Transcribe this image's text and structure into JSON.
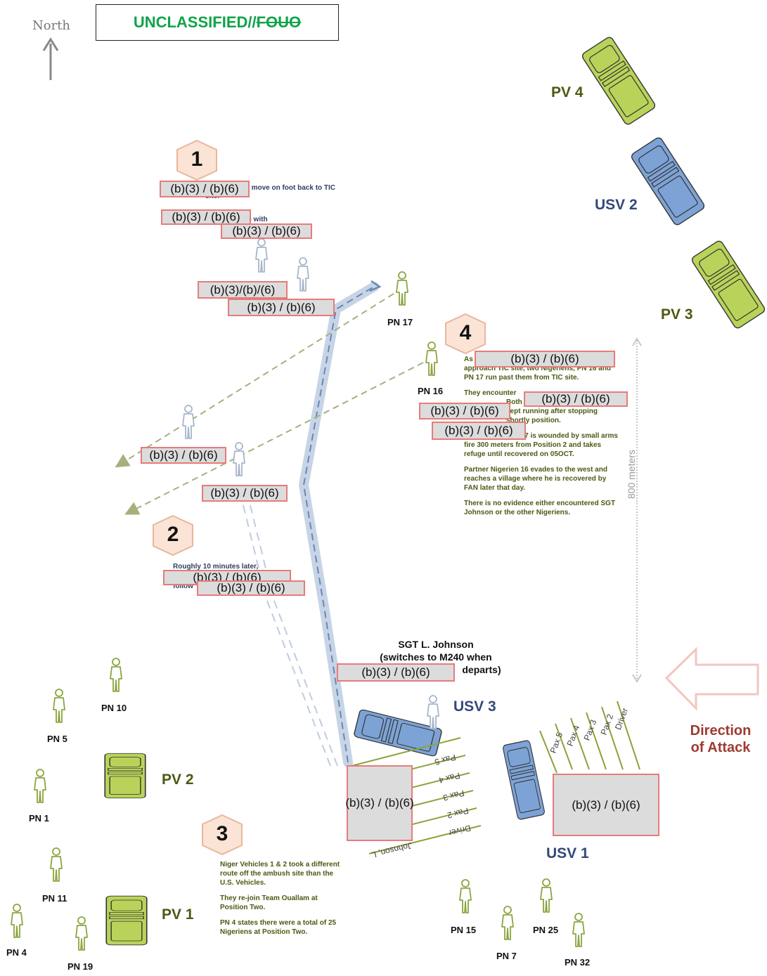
{
  "classification": {
    "prefix": "UNCLASSIFIED//",
    "struck": "FOUO"
  },
  "compass": {
    "label": "North"
  },
  "vehicles": {
    "pv4": "PV 4",
    "usv2": "USV 2",
    "pv3": "PV 3",
    "pv2": "PV 2",
    "pv1": "PV 1",
    "usv3": "USV 3",
    "usv1": "USV 1"
  },
  "personnel": {
    "pn17": "PN 17",
    "pn16": "PN 16",
    "pn10": "PN 10",
    "pn5": "PN 5",
    "pn1": "PN 1",
    "pn11": "PN 11",
    "pn4": "PN 4",
    "pn19": "PN 19",
    "pn15": "PN 15",
    "pn7": "PN 7",
    "pn25": "PN 25",
    "pn32": "PN 32"
  },
  "steps": {
    "s1": {
      "number": "1",
      "line1": "volunteers to move on foot back to TIC site.",
      "line2": "volunteers to go with"
    },
    "s2": {
      "number": "2",
      "line1": "Roughly 10 minutes later,",
      "line2": "follow"
    },
    "s3": {
      "number": "3",
      "p1": "Niger Vehicles 1 & 2 took a different route off the ambush site than the U.S. Vehicles.",
      "p2": "They re-join Team Ouallam at Position Two.",
      "p3": "PN 4 states there were a total of 25 Nigeriens at Position Two."
    },
    "s4": {
      "number": "4",
      "p1a": "As",
      "p1b": "approach TIC site, two Nigeriens, PN 16 and PN 17 run past them from TIC site.",
      "p2a": "They encounter",
      "p2b": "Both PN 16 and PN 17 state they kept running after stopping shortly position.",
      "p3": "Partner Nigerien 17 is wounded by small arms fire 300 meters from Position 2 and takes refuge until recovered on 05OCT.",
      "p4": "Partner Nigerien 16 evades to the west and reaches a village where he is recovered by FAN later that day.",
      "p5": "There is no evidence either encountered SGT Johnson or the other Nigeriens."
    }
  },
  "redaction_label": "(b)(3) / (b)(6)",
  "redaction_label_alt": "(b)(3)/(b)/(6)",
  "johnson": {
    "line1": "SGT L. Johnson",
    "line2": "(switches to M240 when",
    "line3": "departs)"
  },
  "distance": "800 meters",
  "direction": {
    "line1": "Direction",
    "line2": "of Attack"
  },
  "usv3_seats": [
    "Pax 5",
    "Pax 4",
    "Pax 3",
    "Pax 2",
    "Driver",
    "Johnson, L"
  ],
  "usv1_seats": [
    "Pax 5",
    "Pax 4",
    "Pax 3",
    "Pax 2",
    "Driver"
  ],
  "colors": {
    "pv_fill": "#b9d35a",
    "pv_stroke": "#6d8424",
    "usv_fill": "#7da3d6",
    "usv_stroke": "#34527f",
    "hex_fill": "#fbe3d6",
    "hex_stroke": "#e8b79d",
    "redact_fill": "#dcdcdc",
    "redact_border": "#e77b7b",
    "class_green": "#10a34a",
    "attack_red": "#9d3a32"
  }
}
